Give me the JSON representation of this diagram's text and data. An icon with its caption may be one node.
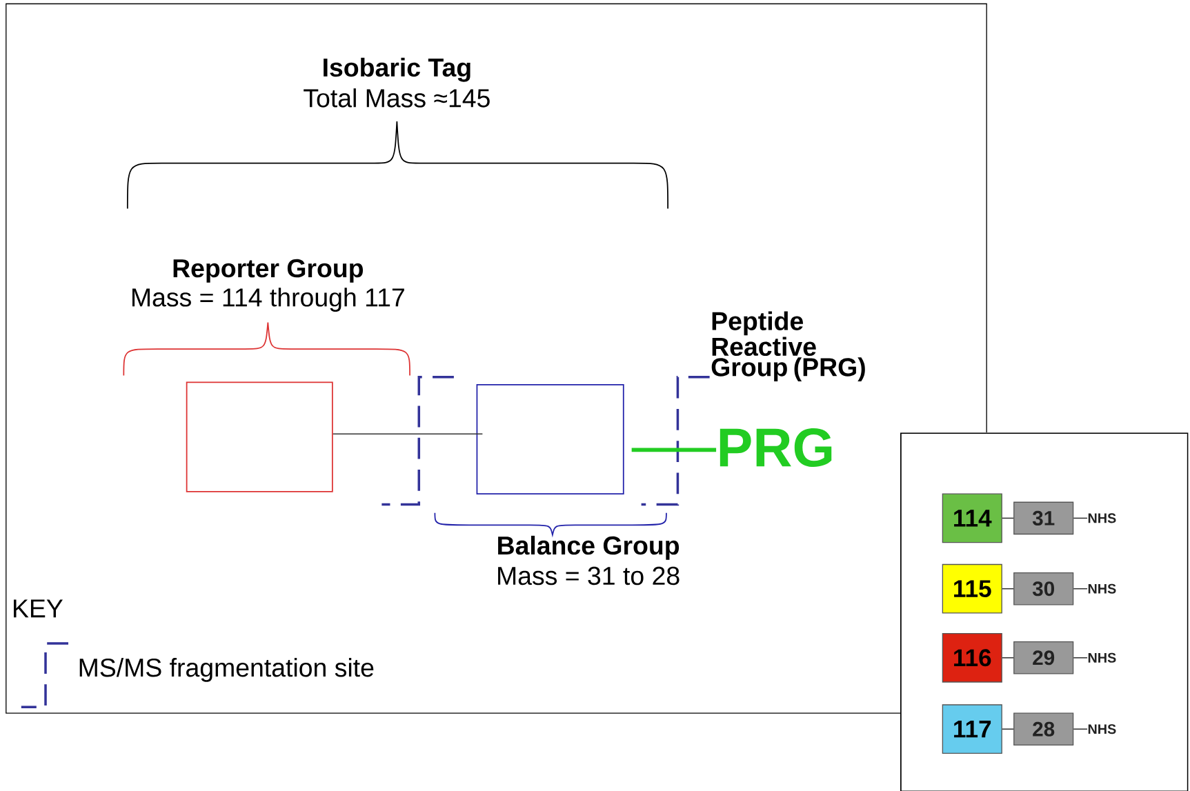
{
  "diagram": {
    "nodes": [
      {
        "text": [],
        "shape": "box"
      },
      {
        "text": [],
        "shape": "box"
      },
      {
        "text": [
          "PRG"
        ]
      },
      {
        "text": [],
        "shape": "box"
      },
      {
        "text": [
          "114"
        ],
        "in": 3
      },
      {
        "text": [
          "31"
        ],
        "in": 3
      },
      {
        "text": [
          "NHS"
        ],
        "in": 3
      },
      {
        "text": [
          "115"
        ],
        "in": 3
      },
      {
        "text": [
          "30"
        ],
        "in": 3
      },
      {
        "text": [
          "NHS"
        ],
        "in": 3
      },
      {
        "text": [
          "116"
        ],
        "in": 3
      },
      {
        "text": [
          "29"
        ],
        "in": 3
      },
      {
        "text": [
          "NHS"
        ],
        "in": 3
      },
      {
        "text": [
          "117"
        ],
        "in": 3
      },
      {
        "text": [
          "28"
        ],
        "in": 3
      },
      {
        "text": [
          "NHS"
        ],
        "in": 3
      }
    ],
    "edges": [
      {
        "from": 0,
        "to": 1,
        "arrow": "none"
      },
      {
        "from": 1,
        "to": 2,
        "arrow": "none",
        "style": "thick",
        "color": "#22cc22"
      },
      {
        "from": 4,
        "to": 5,
        "arrow": "none"
      },
      {
        "from": 5,
        "to": 6,
        "arrow": "none"
      },
      {
        "from": 7,
        "to": 8,
        "arrow": "none"
      },
      {
        "from": 8,
        "to": 9,
        "arrow": "none"
      },
      {
        "from": 10,
        "to": 11,
        "arrow": "none"
      },
      {
        "from": 11,
        "to": 12,
        "arrow": "none"
      },
      {
        "from": 13,
        "to": 14,
        "arrow": "none"
      },
      {
        "from": 14,
        "to": 15,
        "arrow": "none"
      }
    ],
    "labels": [
      "Isobaric Tag",
      "Total Mass ≈145",
      "Reporter Group",
      "Mass = 114 through 117",
      "Peptide Reactive Group (PRG)",
      "Balance Group",
      "Mass = 31 to 28",
      "KEY",
      "MS/MS fragmentation site"
    ]
  }
}
